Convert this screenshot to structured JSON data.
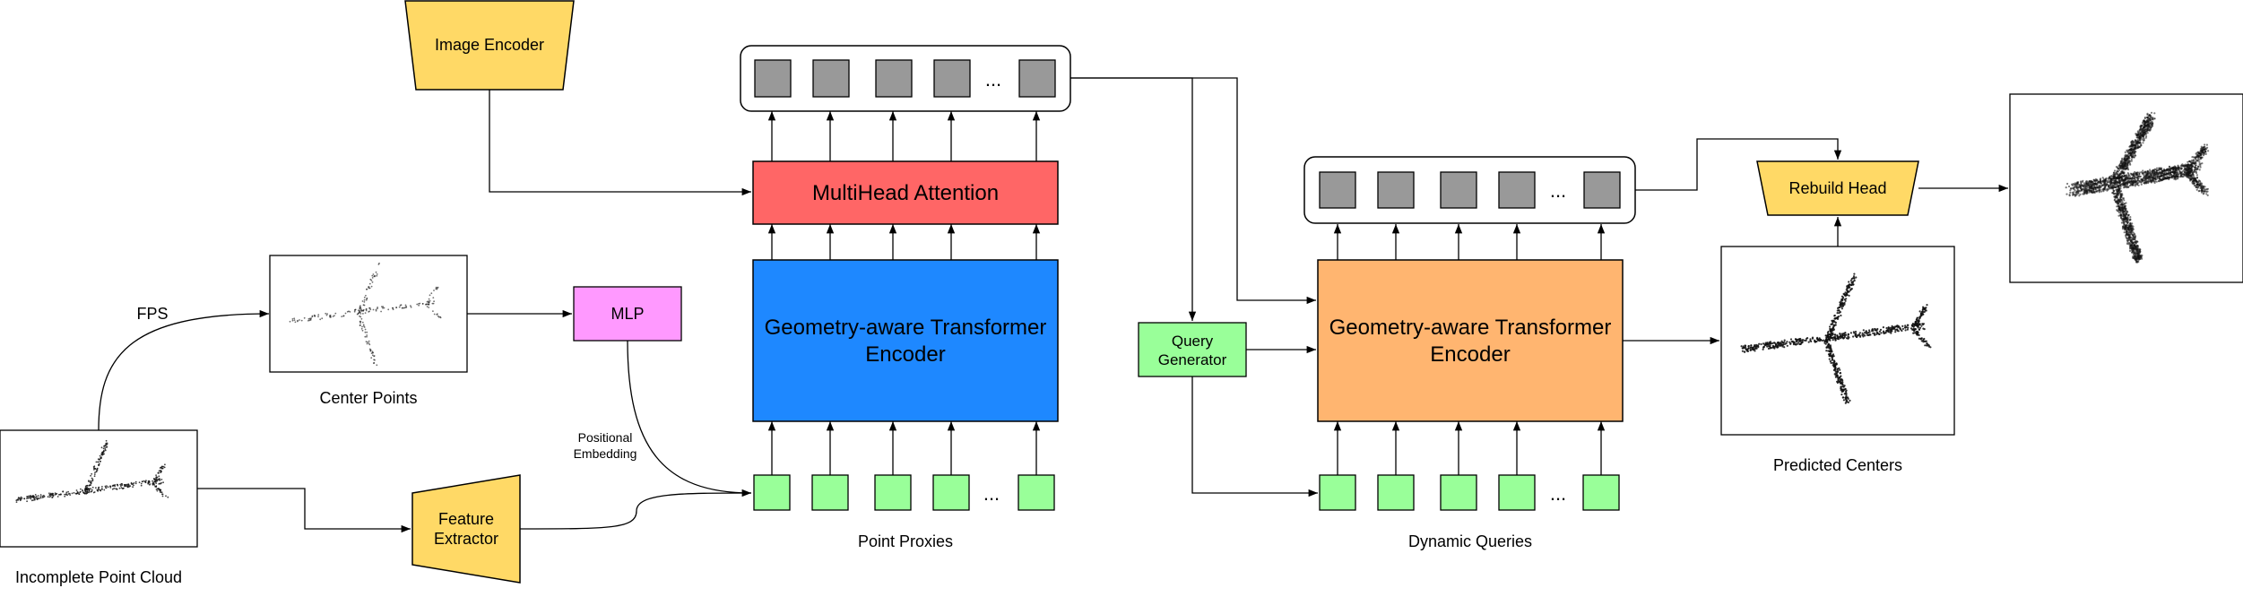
{
  "labels": {
    "image_encoder": "Image Encoder",
    "multihead_attention": "MultiHead Attention",
    "gate_encoder_1_line1": "Geometry-aware Transformer",
    "gate_encoder_1_line2": "Encoder",
    "gate_encoder_2_line1": "Geometry-aware Transformer",
    "gate_encoder_2_line2": "Encoder",
    "mlp": "MLP",
    "fps": "FPS",
    "center_points": "Center Points",
    "positional_embedding_line1": "Positional",
    "positional_embedding_line2": "Embedding",
    "feature_extractor_line1": "Feature",
    "feature_extractor_line2": "Extractor",
    "incomplete_point_cloud": "Incomplete Point Cloud",
    "point_proxies": "Point Proxies",
    "query_generator_line1": "Query",
    "query_generator_line2": "Generator",
    "dynamic_queries": "Dynamic Queries",
    "rebuild_head": "Rebuild Head",
    "predicted_centers": "Predicted Centers",
    "ellipsis": "..."
  },
  "colors": {
    "encoder_yellow": "#FFD966",
    "attention_red": "#FF6666",
    "encoder_blue": "#1E88FF",
    "encoder_orange": "#FFB570",
    "mlp_pink": "#FF99FF",
    "token_green": "#99FF99",
    "token_gray": "#999999"
  }
}
